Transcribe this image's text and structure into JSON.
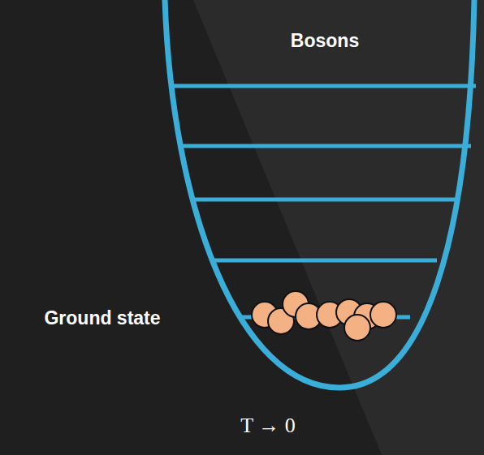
{
  "diagram": {
    "labels": [
      "Bosons",
      "Ground state",
      "T → 0"
    ]
  }
}
